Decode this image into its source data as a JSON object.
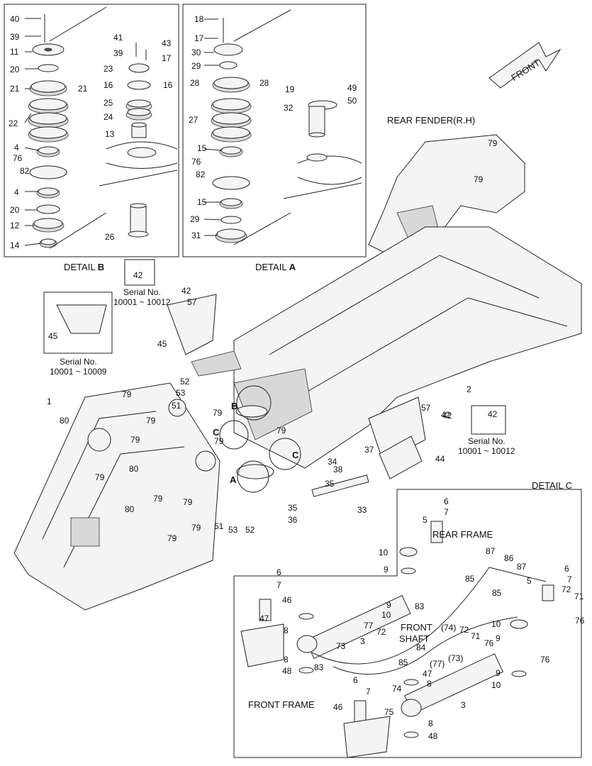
{
  "panels": {
    "detail_b": {
      "title_prefix": "DETAIL ",
      "title_letter": "B"
    },
    "detail_a": {
      "title_prefix": "DETAIL ",
      "title_letter": "A"
    },
    "detail_c": {
      "title": "DETAIL C"
    }
  },
  "front_arrow": "FRONT",
  "fender_title": "REAR FENDER(R.H)",
  "serial_notes": [
    {
      "part": "42",
      "line1": "Serial No.",
      "line2": "10001 ~ 10012"
    },
    {
      "part": "45",
      "line1": "Serial No.",
      "line2": "10001 ~ 10009"
    },
    {
      "part": "42",
      "line1": "Serial No.",
      "line2": "10001 ~ 10012"
    }
  ],
  "detail_c_labels": {
    "rear_frame": "REAR FRAME",
    "front_frame": "FRONT FRAME",
    "front_shaft_1": "FRONT",
    "front_shaft_2": "SHAFT"
  },
  "callout_letters": [
    "B",
    "C",
    "C",
    "A"
  ],
  "callouts": [
    {
      "t": "40"
    },
    {
      "t": "39"
    },
    {
      "t": "11"
    },
    {
      "t": "20"
    },
    {
      "t": "21"
    },
    {
      "t": "21"
    },
    {
      "t": "22"
    },
    {
      "t": "4"
    },
    {
      "t": "76"
    },
    {
      "t": "82"
    },
    {
      "t": "4"
    },
    {
      "t": "20"
    },
    {
      "t": "12"
    },
    {
      "t": "14"
    },
    {
      "t": "41"
    },
    {
      "t": "43"
    },
    {
      "t": "39"
    },
    {
      "t": "17"
    },
    {
      "t": "23"
    },
    {
      "t": "16"
    },
    {
      "t": "16"
    },
    {
      "t": "25"
    },
    {
      "t": "24"
    },
    {
      "t": "13"
    },
    {
      "t": "26"
    },
    {
      "t": "18"
    },
    {
      "t": "17"
    },
    {
      "t": "30"
    },
    {
      "t": "29"
    },
    {
      "t": "28"
    },
    {
      "t": "28"
    },
    {
      "t": "27"
    },
    {
      "t": "15"
    },
    {
      "t": "76"
    },
    {
      "t": "82"
    },
    {
      "t": "15"
    },
    {
      "t": "29"
    },
    {
      "t": "31"
    },
    {
      "t": "19"
    },
    {
      "t": "49"
    },
    {
      "t": "50"
    },
    {
      "t": "32"
    },
    {
      "t": "79"
    },
    {
      "t": "79"
    },
    {
      "t": "42"
    },
    {
      "t": "57"
    },
    {
      "t": "45"
    },
    {
      "t": "42"
    },
    {
      "t": "1"
    },
    {
      "t": "80"
    },
    {
      "t": "79"
    },
    {
      "t": "52"
    },
    {
      "t": "53"
    },
    {
      "t": "51"
    },
    {
      "t": "79"
    },
    {
      "t": "79"
    },
    {
      "t": "79"
    },
    {
      "t": "80"
    },
    {
      "t": "79"
    },
    {
      "t": "80"
    },
    {
      "t": "79"
    },
    {
      "t": "79"
    },
    {
      "t": "79"
    },
    {
      "t": "79"
    },
    {
      "t": "51"
    },
    {
      "t": "53"
    },
    {
      "t": "52"
    },
    {
      "t": "2"
    },
    {
      "t": "79"
    },
    {
      "t": "79"
    },
    {
      "t": "57"
    },
    {
      "t": "42"
    },
    {
      "t": "44"
    },
    {
      "t": "34"
    },
    {
      "t": "37"
    },
    {
      "t": "38"
    },
    {
      "t": "35"
    },
    {
      "t": "35"
    },
    {
      "t": "36"
    },
    {
      "t": "33"
    },
    {
      "t": "6"
    },
    {
      "t": "7"
    },
    {
      "t": "5"
    },
    {
      "t": "10"
    },
    {
      "t": "9"
    },
    {
      "t": "87"
    },
    {
      "t": "86"
    },
    {
      "t": "87"
    },
    {
      "t": "85"
    },
    {
      "t": "85"
    },
    {
      "t": "5"
    },
    {
      "t": "6"
    },
    {
      "t": "7"
    },
    {
      "t": "72"
    },
    {
      "t": "71"
    },
    {
      "t": "76"
    },
    {
      "t": "6"
    },
    {
      "t": "7"
    },
    {
      "t": "46"
    },
    {
      "t": "47"
    },
    {
      "t": "8"
    },
    {
      "t": "3"
    },
    {
      "t": "9"
    },
    {
      "t": "83"
    },
    {
      "t": "10"
    },
    {
      "t": "77"
    },
    {
      "t": "72"
    },
    {
      "t": "73"
    },
    {
      "t": "8"
    },
    {
      "t": "83"
    },
    {
      "t": "48"
    },
    {
      "t": "(74)"
    },
    {
      "t": "72"
    },
    {
      "t": "71"
    },
    {
      "t": "76"
    },
    {
      "t": "84"
    },
    {
      "t": "85"
    },
    {
      "t": "(77)"
    },
    {
      "t": "(73)"
    },
    {
      "t": "10"
    },
    {
      "t": "9"
    },
    {
      "t": "76"
    },
    {
      "t": "9"
    },
    {
      "t": "10"
    },
    {
      "t": "6"
    },
    {
      "t": "7"
    },
    {
      "t": "47"
    },
    {
      "t": "74"
    },
    {
      "t": "8"
    },
    {
      "t": "46"
    },
    {
      "t": "75"
    },
    {
      "t": "3"
    },
    {
      "t": "8"
    },
    {
      "t": "48"
    }
  ]
}
